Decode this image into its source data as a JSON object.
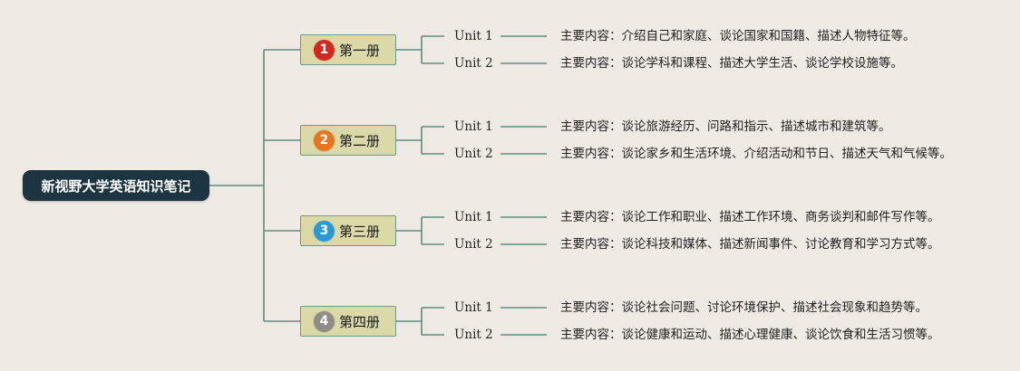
{
  "root": {
    "label": "新视野大学英语知识笔记"
  },
  "colors": {
    "line": "#5d8e80",
    "root_bg": "#1d3540",
    "book_bg": "#dcd9a8"
  },
  "books": [
    {
      "number": "1",
      "label": "第一册",
      "badge_color": "#d6261f",
      "units": [
        {
          "unit": "Unit 1",
          "content": "主要内容：介绍自己和家庭、谈论国家和国籍、描述人物特征等。"
        },
        {
          "unit": "Unit 2",
          "content": "主要内容：谈论学科和课程、描述大学生活、谈论学校设施等。"
        }
      ]
    },
    {
      "number": "2",
      "label": "第二册",
      "badge_color": "#e8761e",
      "units": [
        {
          "unit": "Unit 1",
          "content": "主要内容：谈论旅游经历、问路和指示、描述城市和建筑等。"
        },
        {
          "unit": "Unit 2",
          "content": "主要内容：谈论家乡和生活环境、介绍活动和节日、描述天气和气候等。"
        }
      ]
    },
    {
      "number": "3",
      "label": "第三册",
      "badge_color": "#2a9ad6",
      "units": [
        {
          "unit": "Unit 1",
          "content": "主要内容：谈论工作和职业、描述工作环境、商务谈判和邮件写作等。"
        },
        {
          "unit": "Unit 2",
          "content": "主要内容：谈论科技和媒体、描述新闻事件、讨论教育和学习方式等。"
        }
      ]
    },
    {
      "number": "4",
      "label": "第四册",
      "badge_color": "#8f8d88",
      "units": [
        {
          "unit": "Unit 1",
          "content": "主要内容：谈论社会问题、讨论环境保护、描述社会现象和趋势等。"
        },
        {
          "unit": "Unit 2",
          "content": "主要内容：谈论健康和运动、描述心理健康、谈论饮食和生活习惯等。"
        }
      ]
    }
  ]
}
